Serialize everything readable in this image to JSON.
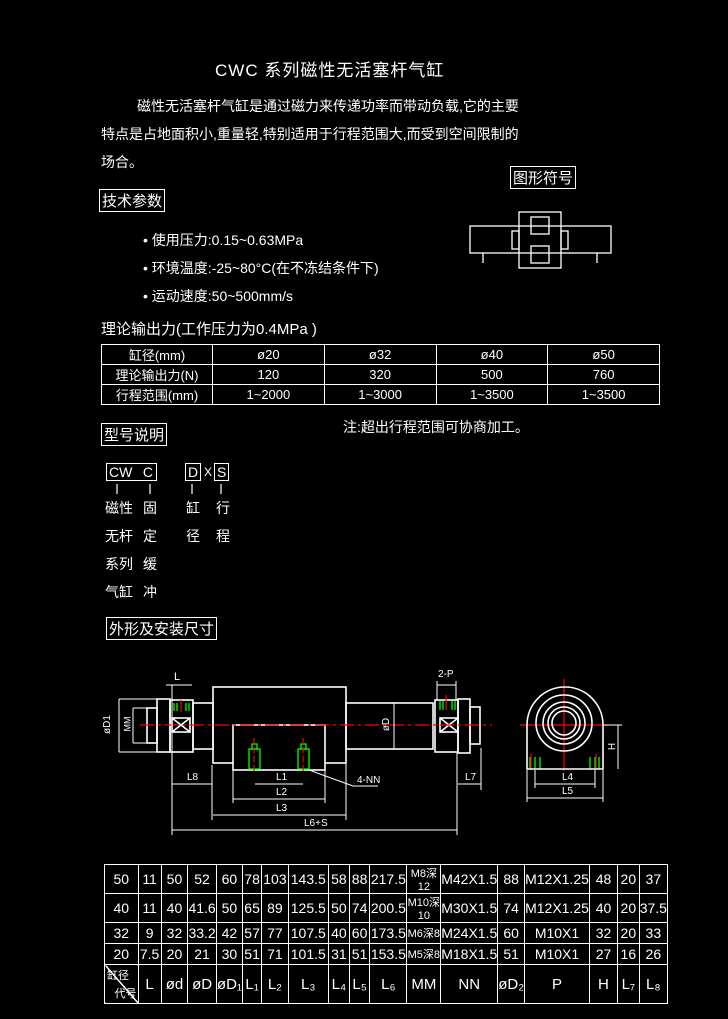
{
  "title": "CWC   系列磁性无活塞杆气缸",
  "intro": [
    "磁性无活塞杆气缸是通过磁力来传递功率而带动负载,它的主要",
    "特点是占地面积小,重量轻,特别适用于行程范围大,而受到空间限制的",
    "场合。"
  ],
  "symbol_title": "图形符号",
  "tech_title": "技术参数",
  "tech_params": [
    "使用压力:0.15~0.63MPa",
    "环境温度:-25~80°C(在不冻结条件下)",
    "运动速度:50~500mm/s"
  ],
  "force_title": "理论输出力(工作压力为0.4MPa )",
  "force_table": {
    "rows": [
      [
        "缸径(mm)",
        "ø20",
        "ø32",
        "ø40",
        "ø50"
      ],
      [
        "理论输出力(N)",
        "120",
        "320",
        "500",
        "760"
      ],
      [
        "行程范围(mm)",
        "1~2000",
        "1~3000",
        "1~3500",
        "1~3500"
      ]
    ]
  },
  "note": "注:超出行程范围可协商加工。",
  "model_title": "型号说明",
  "model": {
    "code1": "CW",
    "code2": "C",
    "code3": "D",
    "x": "X",
    "code4": "S",
    "desc1": [
      "磁性",
      "无杆",
      "系列",
      "气缸"
    ],
    "desc2": [
      "固",
      "定",
      "缓",
      "冲"
    ],
    "desc3": [
      "缸",
      "径"
    ],
    "desc4": [
      "行",
      "程"
    ]
  },
  "dims_title": "外形及安装尺寸",
  "drawing_labels": {
    "L": "L",
    "P": "2-P",
    "D1": "øD1",
    "MM": "MM",
    "D": "øD",
    "L8": "L8",
    "L1": "L1",
    "L2": "L2",
    "L3": "L3",
    "L6S": "L6+S",
    "L7": "L7",
    "NN": "4-NN",
    "L4": "L4",
    "L5": "L5",
    "H": "H"
  },
  "dims_table": {
    "rows": [
      [
        "50",
        "11",
        "50",
        "52",
        "60",
        "78",
        "103",
        "143.5",
        "58",
        "88",
        "217.5",
        "M8深12",
        "M42X1.5",
        "88",
        "M12X1.25",
        "48",
        "20",
        "37"
      ],
      [
        "40",
        "11",
        "40",
        "41.6",
        "50",
        "65",
        "89",
        "125.5",
        "50",
        "74",
        "200.5",
        "M10深10",
        "M30X1.5",
        "74",
        "M12X1.25",
        "40",
        "20",
        "37.5"
      ],
      [
        "32",
        "9",
        "32",
        "33.2",
        "42",
        "57",
        "77",
        "107.5",
        "40",
        "60",
        "173.5",
        "M6深8",
        "M24X1.5",
        "60",
        "M10X1",
        "32",
        "20",
        "33"
      ],
      [
        "20",
        "7.5",
        "20",
        "21",
        "30",
        "51",
        "71",
        "101.5",
        "31",
        "51",
        "153.5",
        "M5深8",
        "M18X1.5",
        "51",
        "M10X1",
        "27",
        "16",
        "26"
      ]
    ],
    "header_corner_top": "缸径",
    "header_corner_bottom": "代号",
    "headers": [
      "L",
      "ød",
      "øD",
      "øD₁",
      "L₁",
      "L₂",
      "L₃",
      "L₄",
      "L₅",
      "L₆",
      "MM",
      "NN",
      "øD₂",
      "P",
      "H",
      "L₇",
      "L₈"
    ]
  },
  "colors": {
    "background": "#000000",
    "line": "#ffffff",
    "center": "#ff0000",
    "thread": "#00ff00"
  }
}
